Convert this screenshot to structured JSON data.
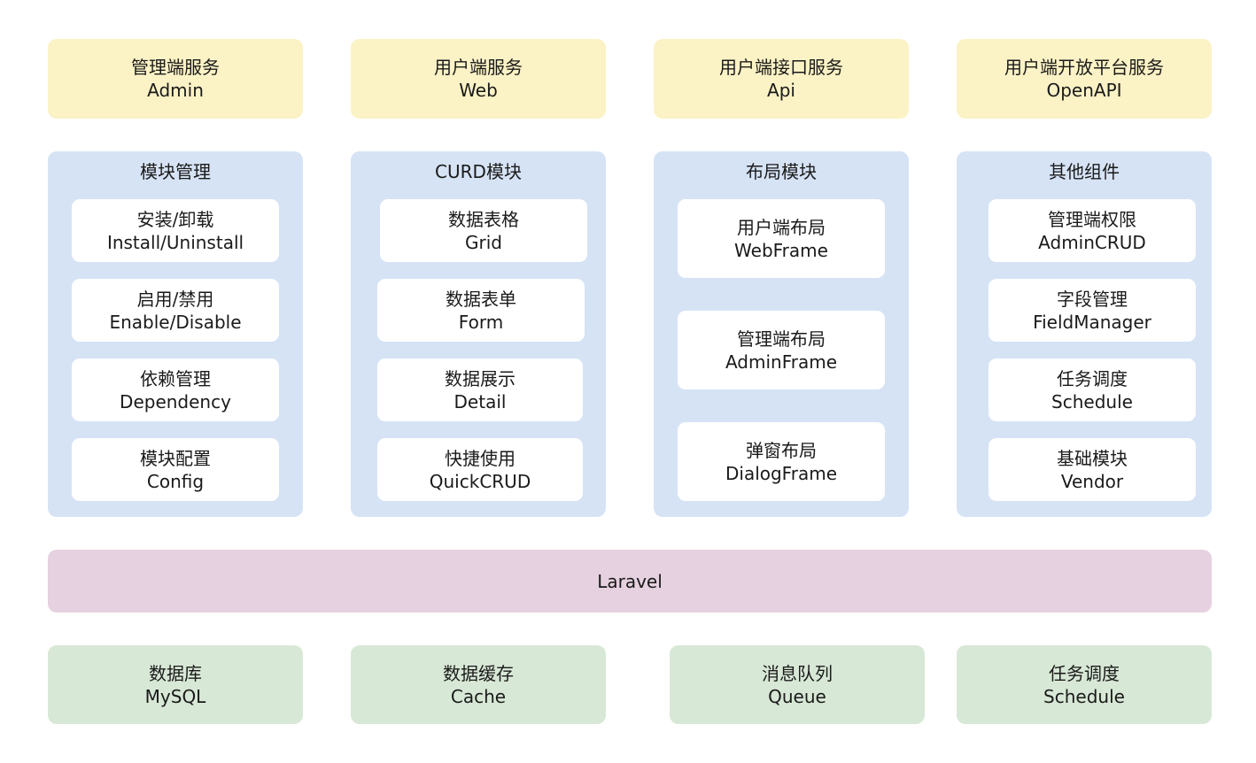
{
  "services": [
    {
      "zh": "管理端服务",
      "en": "Admin"
    },
    {
      "zh": "用户端服务",
      "en": "Web"
    },
    {
      "zh": "用户端接口服务",
      "en": "Api"
    },
    {
      "zh": "用户端开放平台服务",
      "en": "OpenAPI"
    }
  ],
  "groups": [
    {
      "title": "模块管理",
      "items": [
        {
          "zh": "安装/卸载",
          "en": "Install/Uninstall"
        },
        {
          "zh": "启用/禁用",
          "en": "Enable/Disable"
        },
        {
          "zh": "依赖管理",
          "en": "Dependency"
        },
        {
          "zh": "模块配置",
          "en": "Config"
        }
      ]
    },
    {
      "title": "CURD模块",
      "items": [
        {
          "zh": "数据表格",
          "en": "Grid"
        },
        {
          "zh": "数据表单",
          "en": "Form"
        },
        {
          "zh": "数据展示",
          "en": "Detail"
        },
        {
          "zh": "快捷使用",
          "en": "QuickCRUD"
        }
      ]
    },
    {
      "title": "布局模块",
      "items": [
        {
          "zh": "用户端布局",
          "en": "WebFrame"
        },
        {
          "zh": "管理端布局",
          "en": "AdminFrame"
        },
        {
          "zh": "弹窗布局",
          "en": "DialogFrame"
        }
      ]
    },
    {
      "title": "其他组件",
      "items": [
        {
          "zh": "管理端权限",
          "en": "AdminCRUD"
        },
        {
          "zh": "字段管理",
          "en": "FieldManager"
        },
        {
          "zh": "任务调度",
          "en": "Schedule"
        },
        {
          "zh": "基础模块",
          "en": "Vendor"
        }
      ]
    }
  ],
  "framework": {
    "label": "Laravel"
  },
  "infra": [
    {
      "zh": "数据库",
      "en": "MySQL"
    },
    {
      "zh": "数据缓存",
      "en": "Cache"
    },
    {
      "zh": "消息队列",
      "en": "Queue"
    },
    {
      "zh": "任务调度",
      "en": "Schedule"
    }
  ],
  "colors": {
    "service": "#fbf2c5",
    "module_group": "#d6e3f5",
    "module_item": "#ffffff",
    "framework": "#e6d1e0",
    "infra": "#d8e8d6"
  }
}
